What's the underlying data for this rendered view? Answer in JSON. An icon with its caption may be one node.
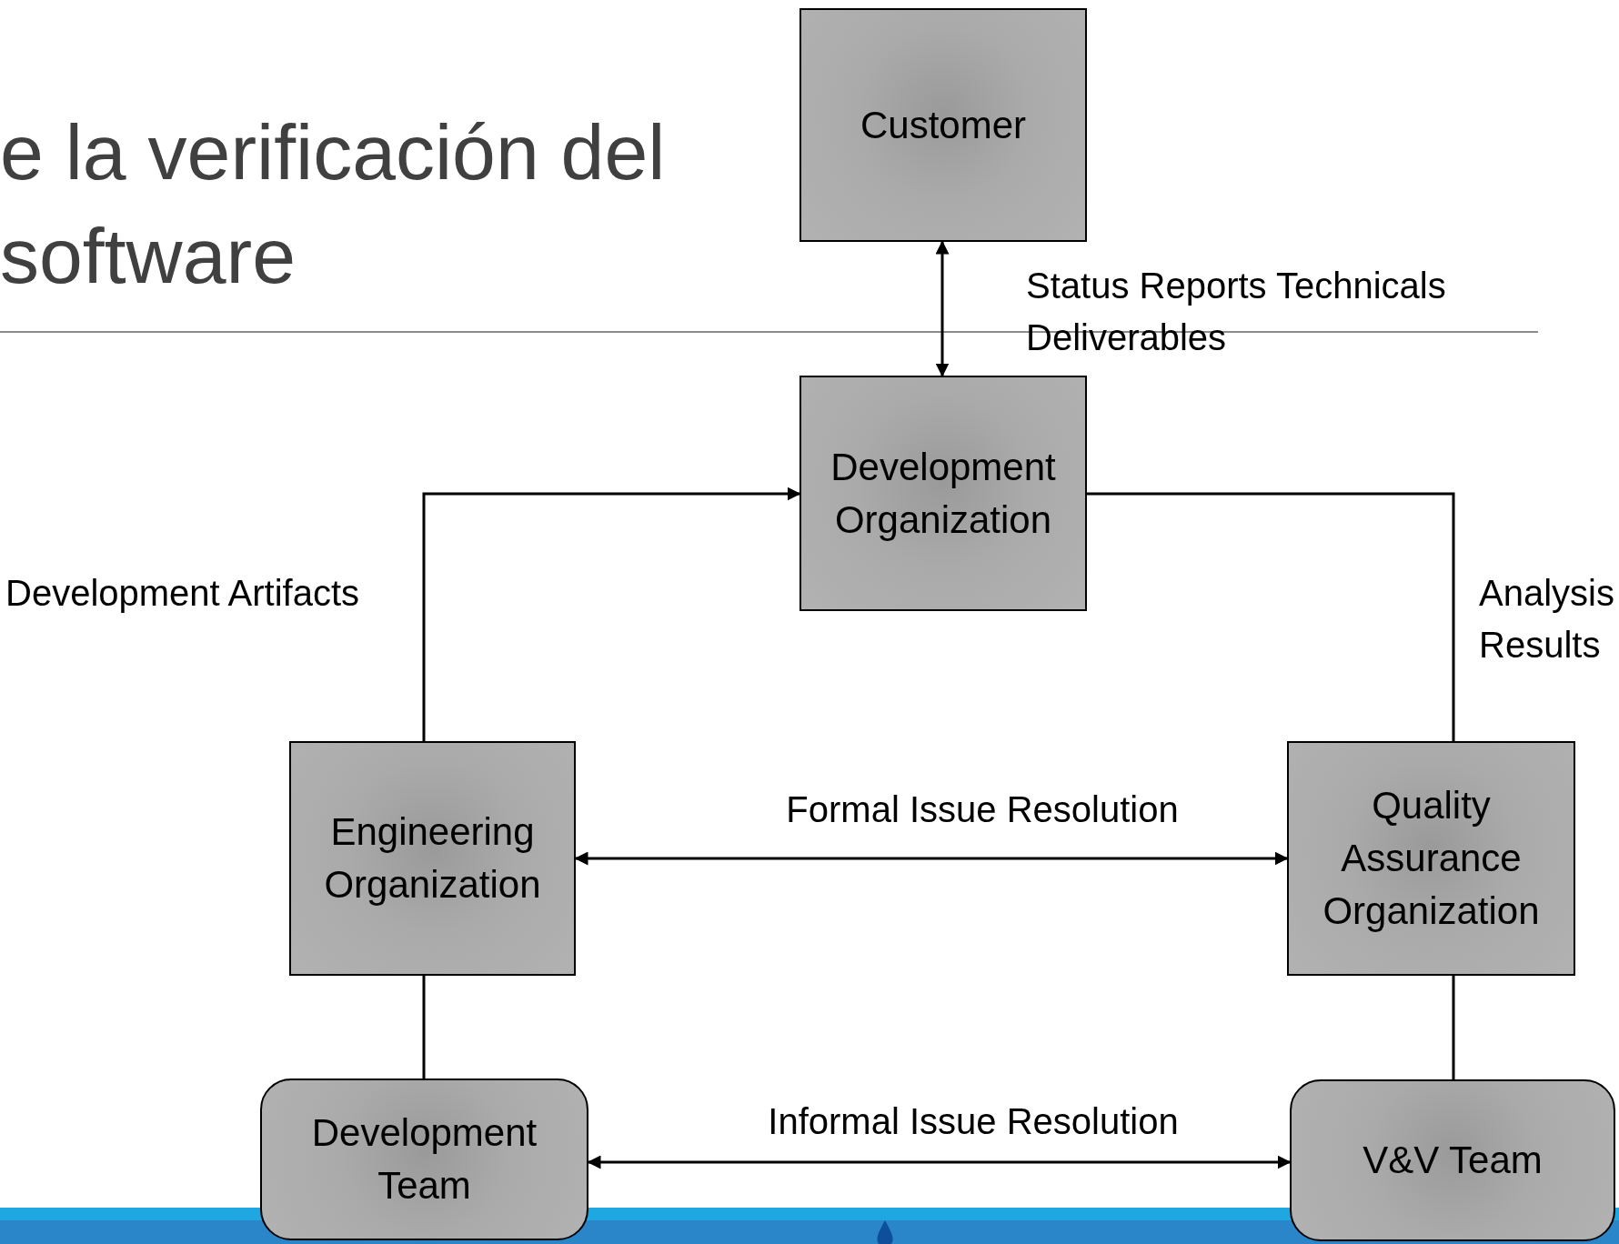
{
  "diagram": {
    "title": "e la verificación del software",
    "nodes": [
      {
        "text": [
          "Customer"
        ]
      },
      {
        "text": [
          "Development Organization"
        ]
      },
      {
        "text": [
          "Engineering Organization"
        ]
      },
      {
        "text": [
          "Quality Assurance Organization"
        ]
      },
      {
        "text": [
          "Development Team"
        ]
      },
      {
        "text": [
          "V&V Team"
        ]
      }
    ],
    "edges": [
      {
        "from": 0,
        "to": 1,
        "arrow": "both",
        "label": "Status Reports Technicals Deliverables"
      },
      {
        "from": 2,
        "to": 1,
        "arrow": "to",
        "label": "Development Artifacts"
      },
      {
        "from": 3,
        "to": 1,
        "arrow": "none",
        "label": "Analysis Results"
      },
      {
        "from": 2,
        "to": 3,
        "arrow": "both",
        "label": "Formal Issue Resolution"
      },
      {
        "from": 2,
        "to": 4,
        "arrow": "none"
      },
      {
        "from": 3,
        "to": 5,
        "arrow": "none"
      },
      {
        "from": 4,
        "to": 5,
        "arrow": "both",
        "label": "Informal Issue Resolution"
      }
    ]
  }
}
